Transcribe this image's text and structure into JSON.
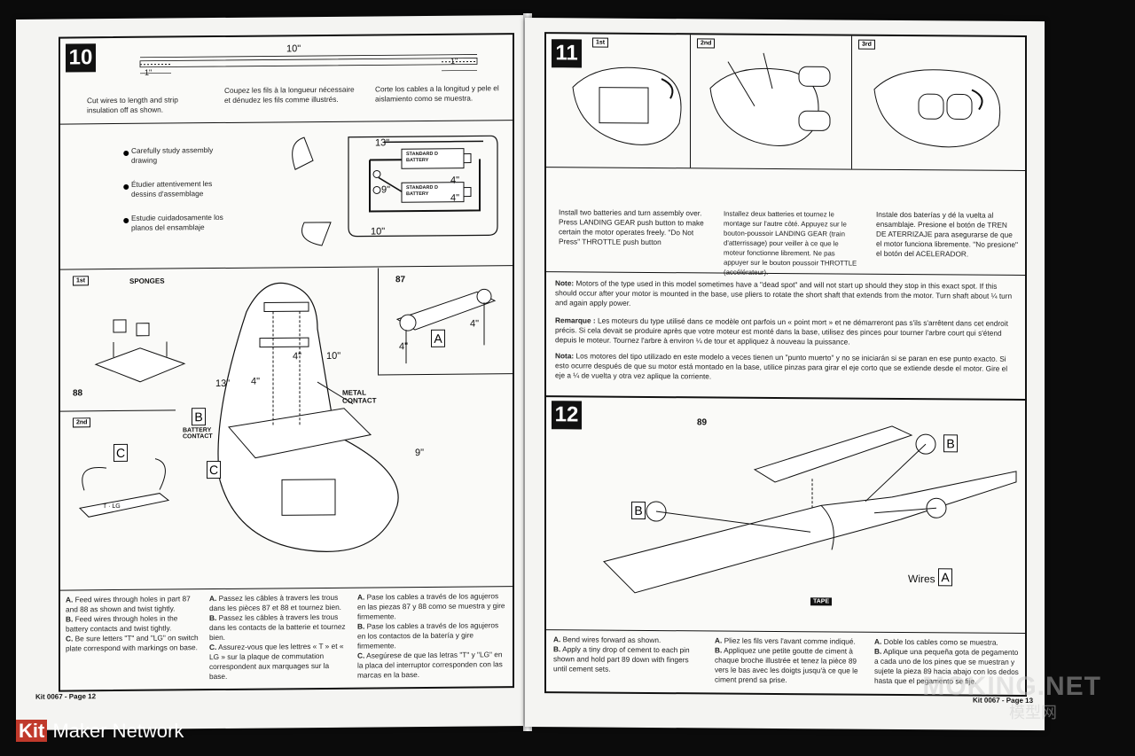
{
  "left": {
    "step10": {
      "number": "10",
      "dim_total": "10\"",
      "dim_left": "1\"",
      "dim_right": "1\"",
      "intro_en": "Cut wires to length and strip insulation off as shown.",
      "intro_fr": "Coupez les fils à la longueur nécessaire et dénudez les fils comme illustrés.",
      "intro_es": "Corte los cables a la longitud y pele el aislamiento como se muestra.",
      "bullets": [
        "Carefully study assembly drawing",
        "Étudier attentivement les dessins d'assemblage",
        "Estudie cuidadosamente los planos del ensamblaje"
      ],
      "wiring_labels": {
        "d13": "13\"",
        "d9": "9\"",
        "d4a": "4\"",
        "d4b": "4\"",
        "d10": "10\"",
        "battery": "STANDARD D BATTERY"
      },
      "sub1": {
        "ordinal": "1st",
        "sponges": "SPONGES",
        "part": "88"
      },
      "sub2": {
        "ordinal": "2nd",
        "letter": "C"
      },
      "main": {
        "d13": "13\"",
        "d4a": "4\"",
        "d4b": "4\"",
        "d10": "10\"",
        "d9": "9\"",
        "metal_contact": "METAL CONTACT",
        "battery_contact": "BATTERY CONTACT",
        "letter_b": "B",
        "letter_c": "C"
      },
      "detailA": {
        "part": "87",
        "d4a": "4\"",
        "d4b": "4\"",
        "letter": "A"
      },
      "notes_en": [
        {
          "k": "A.",
          "v": " Feed wires through holes in part 87 and 88 as shown and twist tightly."
        },
        {
          "k": "B.",
          "v": " Feed wires through holes in the battery contacts and twist tightly."
        },
        {
          "k": "C.",
          "v": " Be sure letters \"T\" and \"LG\" on switch plate correspond with markings on base."
        }
      ],
      "notes_fr": [
        {
          "k": "A.",
          "v": " Passez les câbles à travers les trous dans les pièces 87 et 88 et tournez bien."
        },
        {
          "k": "B.",
          "v": " Passez les câbles à travers les trous dans les contacts de la batterie et tournez bien."
        },
        {
          "k": "C.",
          "v": " Assurez-vous que les lettres « T » et « LG » sur la plaque de commutation correspondent aux marquages sur la base."
        }
      ],
      "notes_es": [
        {
          "k": "A.",
          "v": " Pase los cables a través de los agujeros en las piezas 87 y 88 como se muestra y gire firmemente."
        },
        {
          "k": "B.",
          "v": " Pase los cables a través de los agujeros en los contactos de la batería y gire firmemente."
        },
        {
          "k": "C.",
          "v": " Asegúrese de que las letras \"T\" y \"LG\" en la placa del interruptor corresponden con las marcas en la base."
        }
      ]
    },
    "footer": "Kit 0067 - Page 12"
  },
  "right": {
    "step11": {
      "number": "11",
      "ordinals": [
        "1st",
        "2nd",
        "3rd"
      ],
      "text_en": "Install two batteries and turn assembly over. Press LANDING GEAR push button to make certain the motor operates freely. \"Do Not Press\" THROTTLE push button",
      "text_fr": "Installez deux batteries et tournez le montage sur l'autre côté. Appuyez sur le bouton-poussoir LANDING GEAR (train d'atterrissage) pour veiller à ce que le moteur fonctionne librement. Ne pas appuyer sur le bouton poussoir THROTTLE (accélérateur).",
      "text_es": "Instale dos baterías y dé la vuelta al ensamblaje. Presione el botón de TREN DE ATERRIZAJE para asegurarse de que el motor funciona libremente. \"No presione\" el botón del ACELERADOR.",
      "note_en_label": "Note:",
      "note_en": " Motors of the type used in this model sometimes have a \"dead spot\" and will not start up should they stop in this exact spot. If this should occur after your motor is mounted in the base, use pliers to rotate the short shaft that extends from the motor. Turn shaft about ¼ turn and again apply power.",
      "note_fr_label": "Remarque :",
      "note_fr": " Les moteurs du type utilisé dans ce modèle ont parfois un « point mort » et ne démarreront pas s'ils s'arrêtent dans cet endroit précis. Si cela devait se produire après que votre moteur est monté dans la base, utilisez des pinces pour tourner l'arbre court qui s'étend depuis le moteur. Tournez l'arbre à environ ¼ de tour et appliquez à nouveau la puissance.",
      "note_es_label": "Nota:",
      "note_es": " Los motores del tipo utilizado en este modelo a veces tienen un \"punto muerto\" y no se iniciarán si se paran en ese punto exacto. Si esto ocurre después de que su motor está montado en la base, utilice pinzas para girar el eje corto que se extiende desde el motor. Gire el eje a ¼ de vuelta y otra vez aplique la corriente."
    },
    "step12": {
      "number": "12",
      "part": "89",
      "letter_b1": "B",
      "letter_b2": "B",
      "wires": "Wires",
      "letter_a": "A",
      "tape": "TAPE",
      "notes_en": [
        {
          "k": "A.",
          "v": " Bend wires forward as shown."
        },
        {
          "k": "B.",
          "v": " Apply a tiny drop of cement to each pin shown and hold part 89 down with fingers until cement sets."
        }
      ],
      "notes_fr": [
        {
          "k": "A.",
          "v": " Pliez les fils vers l'avant comme indiqué."
        },
        {
          "k": "B.",
          "v": " Appliquez une petite goutte de ciment à chaque broche illustrée et tenez la pièce 89 vers le bas avec les doigts jusqu'à ce que le ciment prend sa prise."
        }
      ],
      "notes_es": [
        {
          "k": "A.",
          "v": " Doble los cables como se muestra."
        },
        {
          "k": "B.",
          "v": " Aplique una pequeña gota de pegamento a cada uno de los pines que se muestran y sujete la pieza 89 hacia abajo con los dedos hasta que el pegamento se fije."
        }
      ]
    },
    "footer": "Kit 0067 - Page 13"
  },
  "watermarks": {
    "kit": "Kit",
    "network": " Maker Network",
    "moking": "MOKING.NET",
    "moking_cn": "模型网"
  }
}
